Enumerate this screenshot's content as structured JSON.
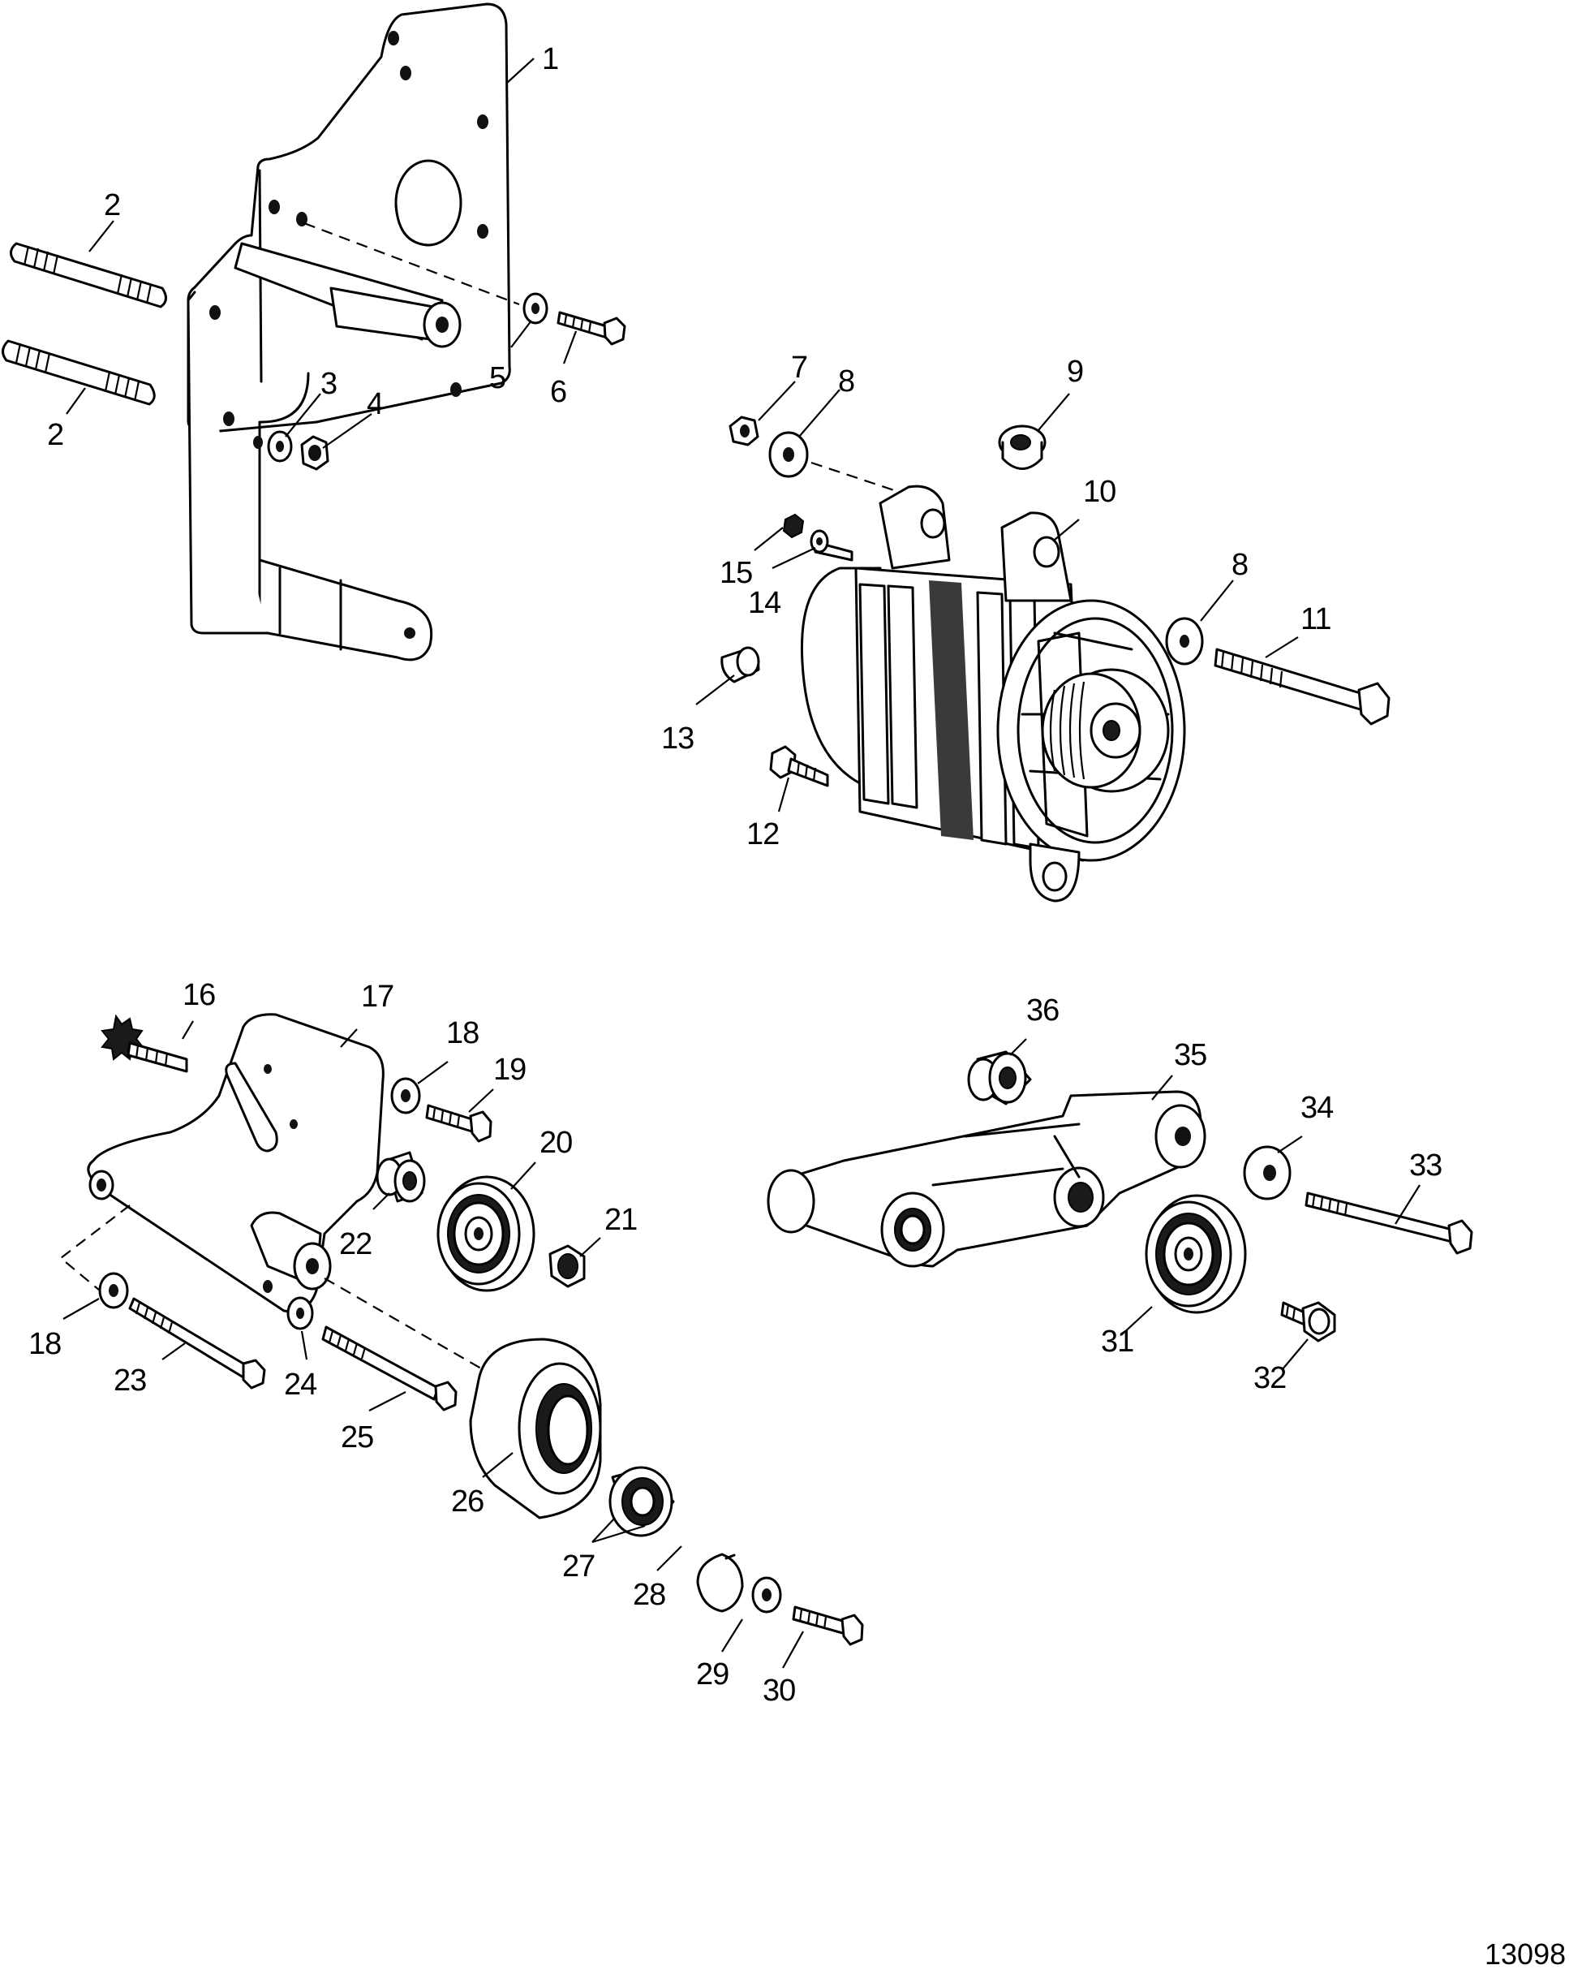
{
  "figure_id": "13098",
  "callouts": [
    "1",
    "2",
    "2",
    "3",
    "4",
    "5",
    "6",
    "7",
    "8",
    "9",
    "10",
    "15",
    "14",
    "8",
    "11",
    "13",
    "12",
    "16",
    "17",
    "18",
    "19",
    "20",
    "21",
    "22",
    "18",
    "23",
    "24",
    "25",
    "26",
    "27",
    "28",
    "29",
    "30",
    "36",
    "35",
    "34",
    "33",
    "31",
    "32"
  ]
}
